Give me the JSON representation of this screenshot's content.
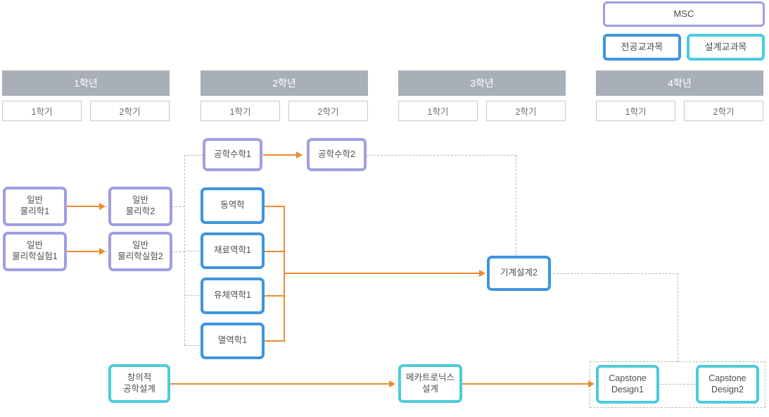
{
  "legend": {
    "msc": "MSC",
    "major": "전공교과목",
    "design": "설계교과목",
    "colors": {
      "msc": "#9f9fe3",
      "major": "#3e95de",
      "design": "#4ecbdd",
      "arrow": "#ec8b31",
      "year_header_bg": "#a9afb8",
      "dashed": "#b9b9b9"
    }
  },
  "years": [
    {
      "label": "1학년",
      "semesters": [
        "1학기",
        "2학기"
      ]
    },
    {
      "label": "2학년",
      "semesters": [
        "1학기",
        "2학기"
      ]
    },
    {
      "label": "3학년",
      "semesters": [
        "1학기",
        "2학기"
      ]
    },
    {
      "label": "4학년",
      "semesters": [
        "1학기",
        "2학기"
      ]
    }
  ],
  "courses": [
    {
      "id": "gen-phys-1",
      "label": "일반\n물리학1",
      "line1": "일반",
      "line2": "물리학1",
      "category": "msc",
      "year": 1,
      "semester": 1
    },
    {
      "id": "gen-phys-2",
      "label": "일반\n물리학2",
      "line1": "일반",
      "line2": "물리학2",
      "category": "msc",
      "year": 1,
      "semester": 2
    },
    {
      "id": "gen-phys-lab-1",
      "label": "일반\n물리학실험1",
      "line1": "일반",
      "line2": "물리학실험1",
      "category": "msc",
      "year": 1,
      "semester": 1
    },
    {
      "id": "gen-phys-lab-2",
      "label": "일반\n물리학실험2",
      "line1": "일반",
      "line2": "물리학실험2",
      "category": "msc",
      "year": 1,
      "semester": 2
    },
    {
      "id": "eng-math-1",
      "label": "공학수학1",
      "line1": "공학수학1",
      "line2": "",
      "category": "msc",
      "year": 2,
      "semester": 1
    },
    {
      "id": "eng-math-2",
      "label": "공학수학2",
      "line1": "공학수학2",
      "line2": "",
      "category": "msc",
      "year": 2,
      "semester": 2
    },
    {
      "id": "dynamics",
      "label": "동역학",
      "line1": "동역학",
      "line2": "",
      "category": "major",
      "year": 2,
      "semester": 1
    },
    {
      "id": "mech-materials-1",
      "label": "재료역학1",
      "line1": "재료역학1",
      "line2": "",
      "category": "major",
      "year": 2,
      "semester": 1
    },
    {
      "id": "fluid-mech-1",
      "label": "유체역학1",
      "line1": "유체역학1",
      "line2": "",
      "category": "major",
      "year": 2,
      "semester": 1
    },
    {
      "id": "thermo-1",
      "label": "열역학1",
      "line1": "열역학1",
      "line2": "",
      "category": "major",
      "year": 2,
      "semester": 1
    },
    {
      "id": "mech-design-2",
      "label": "기계설계2",
      "line1": "기계설계2",
      "line2": "",
      "category": "major",
      "year": 3,
      "semester": 2
    },
    {
      "id": "creative-design",
      "label": "창의적\n공학설계",
      "line1": "창의적",
      "line2": "공학설계",
      "category": "design",
      "year": 1,
      "semester": 2
    },
    {
      "id": "mechatronics",
      "label": "메카트로닉스\n설계",
      "line1": "메카트로닉스",
      "line2": "설계",
      "category": "design",
      "year": 3,
      "semester": 1
    },
    {
      "id": "capstone-1",
      "label": "Capstone\nDesign1",
      "line1": "Capstone",
      "line2": "Design1",
      "category": "design",
      "year": 4,
      "semester": 1
    },
    {
      "id": "capstone-2",
      "label": "Capstone\nDesign2",
      "line1": "Capstone",
      "line2": "Design2",
      "category": "design",
      "year": 4,
      "semester": 2
    }
  ],
  "edges": [
    {
      "from": "gen-phys-1",
      "to": "gen-phys-2",
      "style": "arrow"
    },
    {
      "from": "gen-phys-lab-1",
      "to": "gen-phys-lab-2",
      "style": "arrow"
    },
    {
      "from": "eng-math-1",
      "to": "eng-math-2",
      "style": "arrow"
    },
    {
      "from": "dynamics",
      "to": "mech-design-2",
      "style": "arrow"
    },
    {
      "from": "mech-materials-1",
      "to": "mech-design-2",
      "style": "arrow"
    },
    {
      "from": "fluid-mech-1",
      "to": "mech-design-2",
      "style": "arrow"
    },
    {
      "from": "thermo-1",
      "to": "mech-design-2",
      "style": "arrow"
    },
    {
      "from": "creative-design",
      "to": "mechatronics",
      "style": "arrow"
    },
    {
      "from": "mechatronics",
      "to": "capstone-1",
      "style": "arrow"
    },
    {
      "from": "gen-phys-2",
      "to": "eng-math-1",
      "style": "dashed"
    },
    {
      "from": "gen-phys-lab-2",
      "to": "mech-materials-1",
      "style": "dashed"
    },
    {
      "from": "eng-math-2",
      "to": "mech-design-2",
      "style": "dashed"
    },
    {
      "from": "mech-design-2",
      "to": "capstone-1",
      "style": "dashed"
    },
    {
      "from": "capstone-1",
      "to": "capstone-2",
      "style": "dashed"
    }
  ]
}
